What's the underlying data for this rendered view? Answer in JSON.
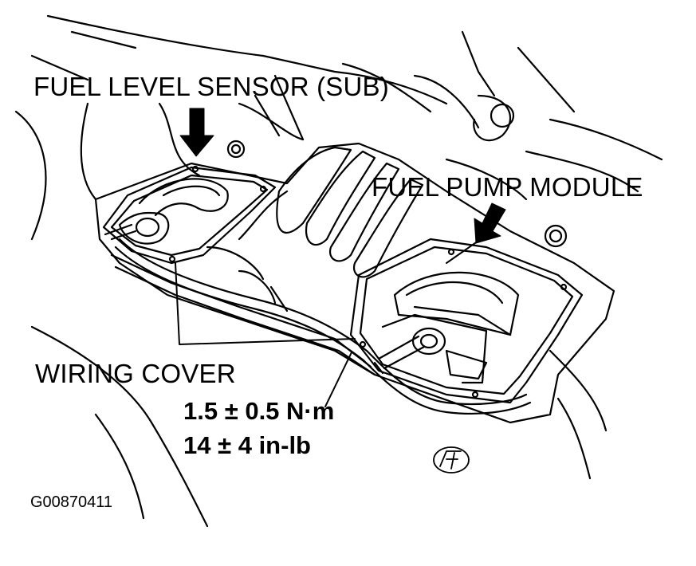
{
  "labels": {
    "fuel_level_sensor_sub": "FUEL LEVEL SENSOR (SUB)",
    "fuel_pump_module": "FUEL PUMP MODULE",
    "wiring_cover": "WIRING COVER",
    "torque_metric": "1.5 ± 0.5 N·m",
    "torque_imperial": "14 ± 4 in-lb",
    "figure_id": "G00870411"
  },
  "icons": {
    "new_part_symbol": "reuse-prohibited-icon"
  },
  "colors": {
    "line": "#000000",
    "background": "#ffffff"
  }
}
